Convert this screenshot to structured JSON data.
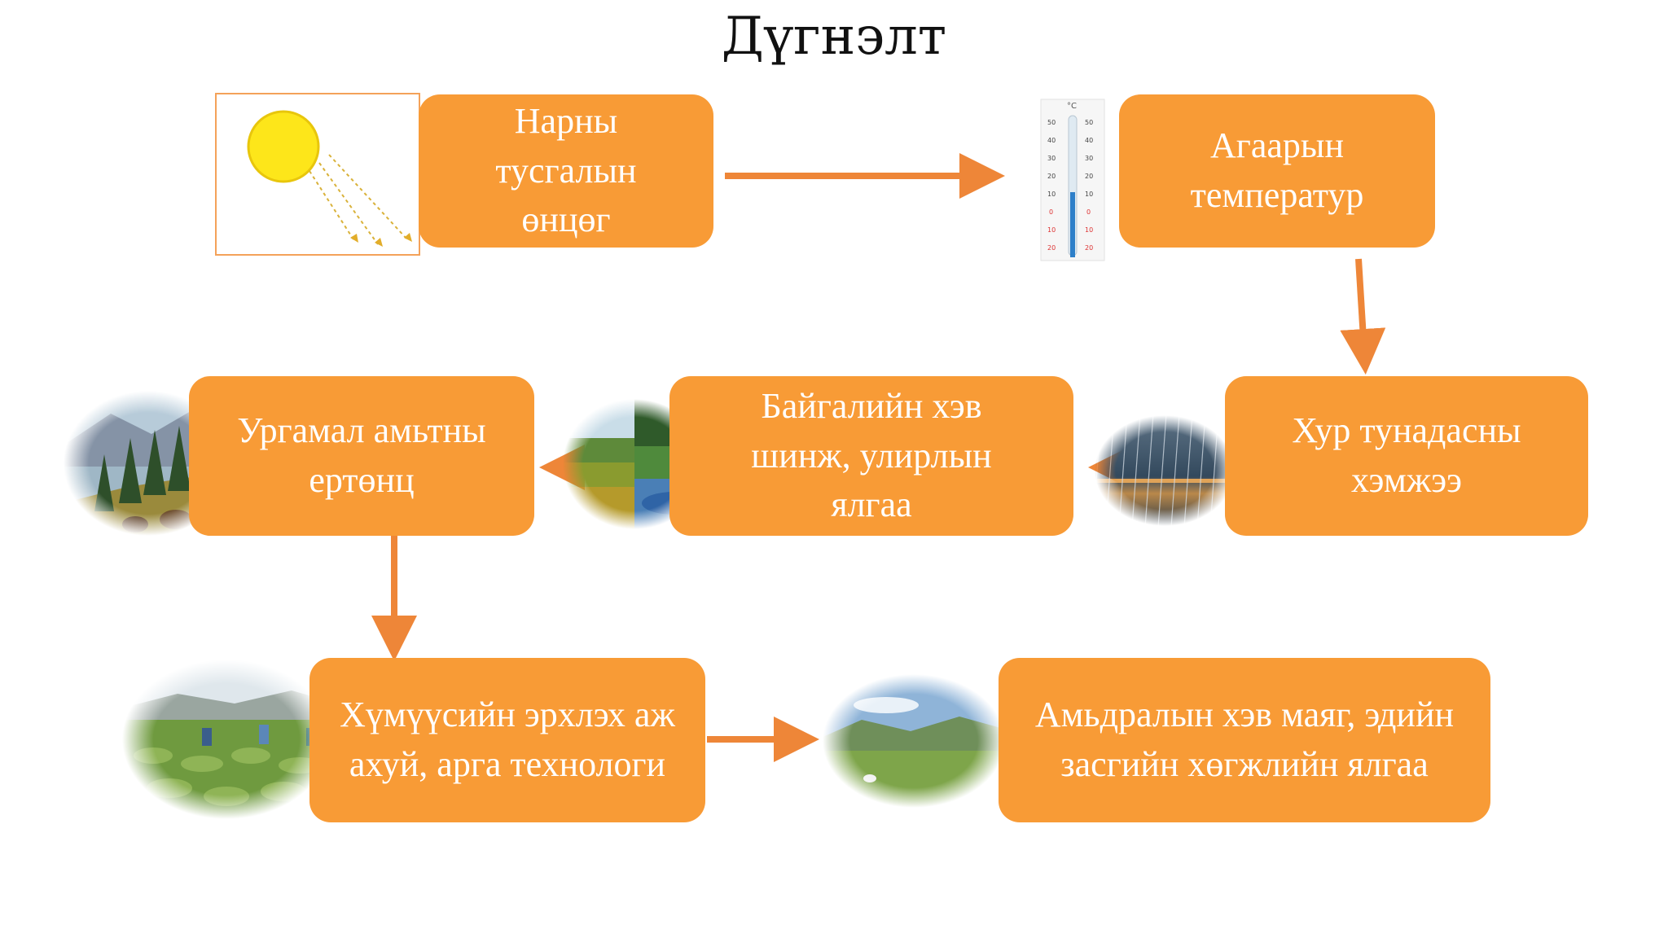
{
  "title": "Дүгнэлт",
  "boxes": {
    "sun": "Нарны тусгалын өнцөг",
    "temp": "Агаарын температур",
    "rain": "Хур тунадасны хэмжээ",
    "nature": "Байгалийн хэв шинж, улирлын ялгаа",
    "flora": "Ургамал амьтны ертөнц",
    "human": "Хүмүүсийн эрхлэх аж ахуй, арга технологи",
    "life": "Амьдралын хэв маяг, эдийн засгийн хөгжлийн ялгаа"
  },
  "thermometer": {
    "unit": "°C",
    "ticks": [
      "50",
      "40",
      "30",
      "20",
      "10",
      "0",
      "10",
      "20"
    ]
  },
  "colors": {
    "box": "#f89b36",
    "arrow": "#ee8638",
    "sun": "#fde61a"
  },
  "icons": [
    "sun-icon",
    "thermometer-icon",
    "rain-photo",
    "landscape-photo",
    "wildlife-photo",
    "farming-photo",
    "steppe-photo"
  ]
}
